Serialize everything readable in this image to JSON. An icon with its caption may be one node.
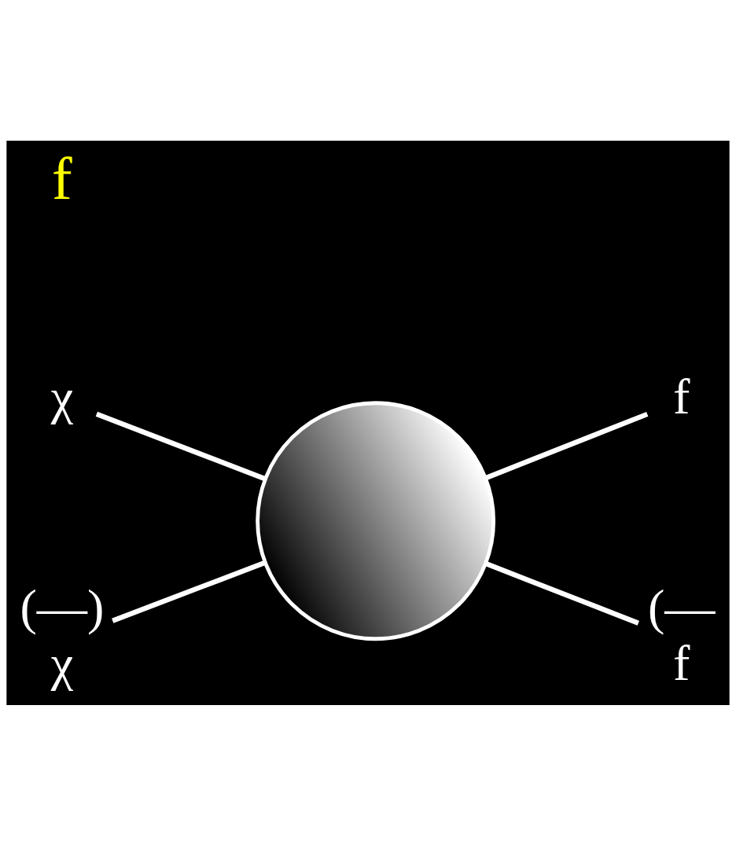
{
  "diagram": {
    "nodes": [
      {
        "text": [
          "χ"
        ]
      },
      {
        "text": [
          "f"
        ]
      },
      {
        "text": [],
        "shape": "circle"
      },
      {
        "text": [
          "(—)",
          "χ"
        ]
      },
      {
        "text": [
          "(—",
          "f"
        ]
      }
    ],
    "edges": [
      {
        "from": 0,
        "to": 2,
        "arrow": "none"
      },
      {
        "from": 2,
        "to": 1,
        "arrow": "none"
      },
      {
        "from": 3,
        "to": 2,
        "arrow": "none"
      },
      {
        "from": 2,
        "to": 4,
        "arrow": "none"
      }
    ],
    "labels": [
      "f"
    ]
  }
}
